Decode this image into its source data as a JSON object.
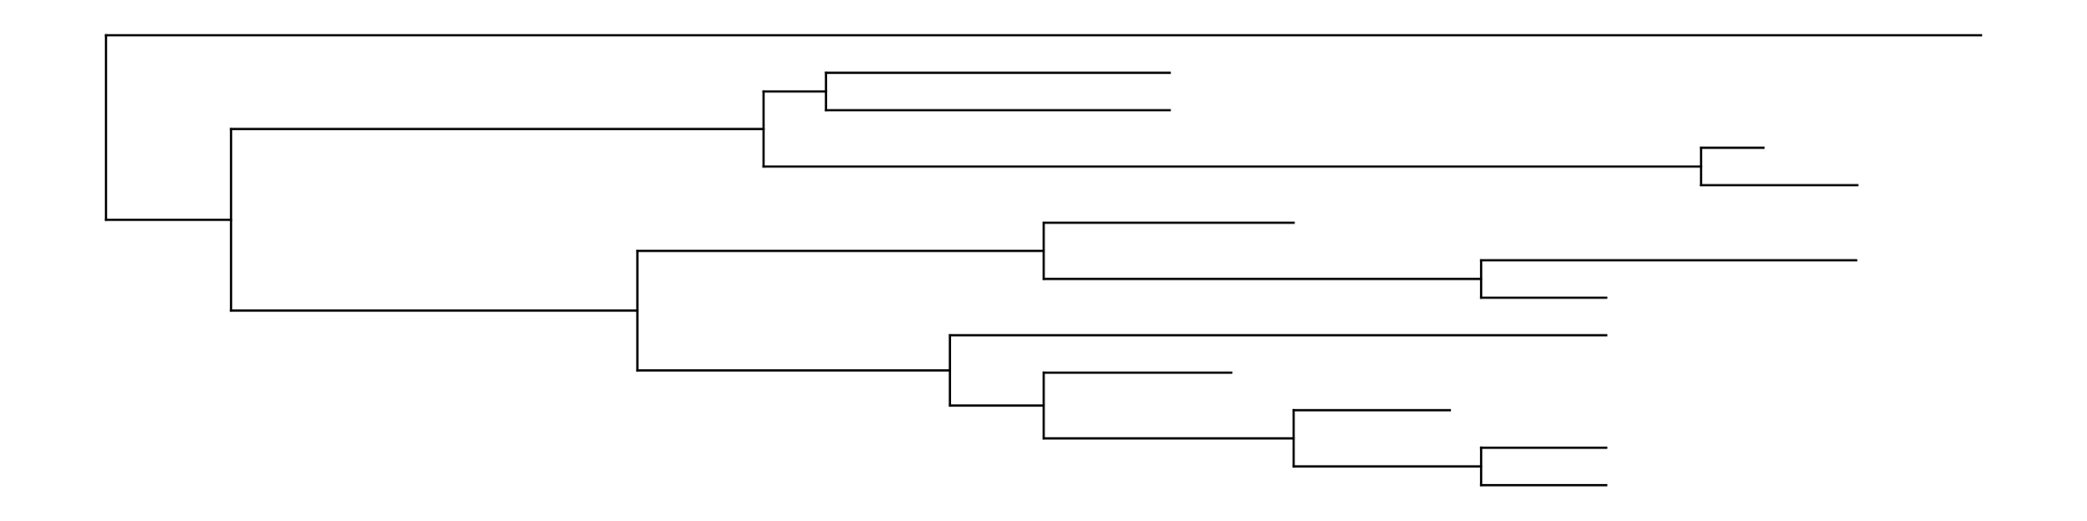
{
  "dendrogram": {
    "line_color": "#000000",
    "background_color": "#ffffff",
    "tree": {
      "children": [
        {
          "length": 1.0
        },
        {
          "length": 0.0667,
          "children": [
            {
              "length": 0.284,
              "children": [
                {
                  "length": 0.0333,
                  "children": [
                    {
                      "length": 0.1833
                    },
                    {
                      "length": 0.1833
                    }
                  ]
                },
                {
                  "length": 0.5,
                  "children": [
                    {
                      "length": 0.0333
                    },
                    {
                      "length": 0.0833
                    }
                  ]
                }
              ]
            },
            {
              "length": 0.2167,
              "children": [
                {
                  "length": 0.2167,
                  "children": [
                    {
                      "length": 0.1333
                    },
                    {
                      "length": 0.2333,
                      "children": [
                        {
                          "length": 0.2
                        },
                        {
                          "length": 0.0667
                        }
                      ]
                    }
                  ]
                },
                {
                  "length": 0.1667,
                  "children": [
                    {
                      "length": 0.35
                    },
                    {
                      "length": 0.05,
                      "children": [
                        {
                          "length": 0.1
                        },
                        {
                          "length": 0.1333,
                          "children": [
                            {
                              "length": 0.0833
                            },
                            {
                              "length": 0.1,
                              "children": [
                                {
                                  "length": 0.0667
                                },
                                {
                                  "length": 0.0667
                                }
                              ]
                            }
                          ]
                        }
                      ]
                    }
                  ]
                }
              ]
            }
          ]
        }
      ]
    }
  }
}
